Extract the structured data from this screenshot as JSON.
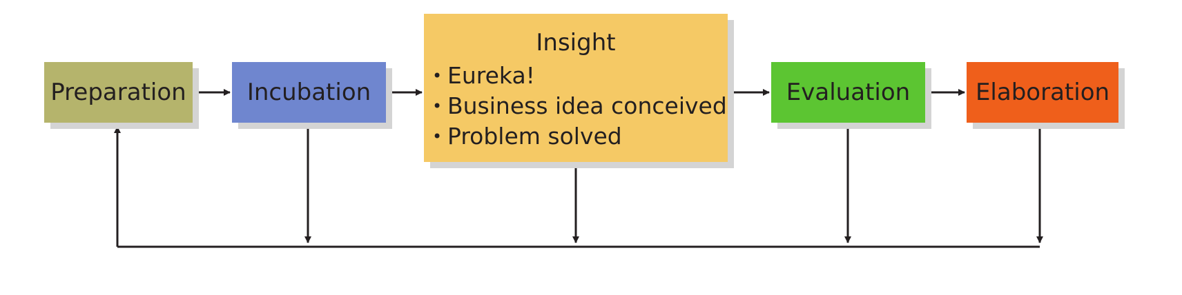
{
  "stages": {
    "preparation": {
      "label": "Preparation",
      "color": "#b5b46c"
    },
    "incubation": {
      "label": "Incubation",
      "color": "#6f86cf"
    },
    "insight": {
      "label": "Insight",
      "color": "#f5c965",
      "bullets": [
        "Eureka!",
        "Business idea conceived",
        "Problem solved"
      ]
    },
    "evaluation": {
      "label": "Evaluation",
      "color": "#5cc532"
    },
    "elaboration": {
      "label": "Elaboration",
      "color": "#ef5f1b"
    }
  },
  "connector_color": "#231f20"
}
